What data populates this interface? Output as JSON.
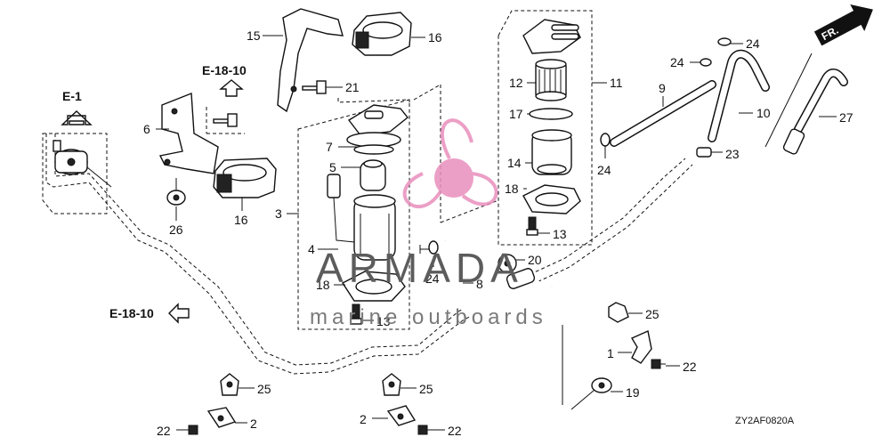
{
  "diagram": {
    "code": "ZY2AF0820A",
    "direction_label": "FR.",
    "references": {
      "e1": "E-1",
      "e1810_top": "E-18-10",
      "e1810_left": "E-18-10"
    },
    "callouts": {
      "c1": "1",
      "c2a": "2",
      "c2b": "2",
      "c3": "3",
      "c4": "4",
      "c5": "5",
      "c6": "6",
      "c7": "7",
      "c8": "8",
      "c9": "9",
      "c10": "10",
      "c11": "11",
      "c12": "12",
      "c13a": "13",
      "c13b": "13",
      "c14": "14",
      "c15": "15",
      "c16a": "16",
      "c16b": "16",
      "c17": "17",
      "c18a": "18",
      "c18b": "18",
      "c19": "19",
      "c20": "20",
      "c21": "21",
      "c22a": "22",
      "c22b": "22",
      "c22c": "22",
      "c23": "23",
      "c24a": "24",
      "c24b": "24",
      "c24c": "24",
      "c24d": "24",
      "c25a": "25",
      "c25b": "25",
      "c25c": "25",
      "c26": "26",
      "c27": "27"
    },
    "watermark": {
      "brand": "ARMADA",
      "tagline": "marine outboards"
    },
    "colors": {
      "line": "#111111",
      "watermark_logo": "#e98fbd"
    }
  }
}
